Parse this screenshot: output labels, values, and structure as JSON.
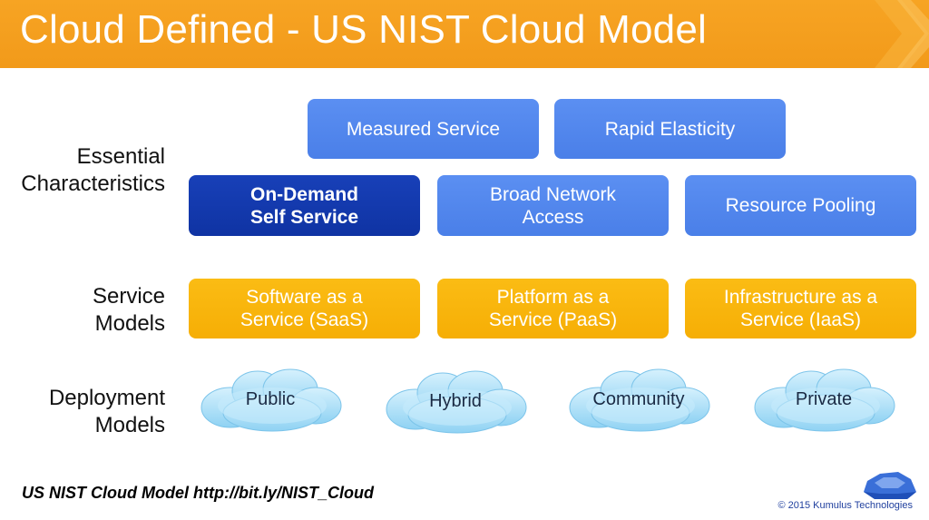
{
  "slide": {
    "title": "Cloud Defined - US NIST Cloud Model",
    "source_line": "US NIST Cloud Model  http://bit.ly/NIST_Cloud",
    "copyright": "© 2015 Kumulus Technologies",
    "colors": {
      "header": "#f29a1a",
      "characteristic_box": "#4a7fe8",
      "highlighted_box": "#0f33a3",
      "service_box": "#f6ae05",
      "cloud": "#a8def8"
    }
  },
  "essential_characteristics": {
    "label_line1": "Essential",
    "label_line2": "Characteristics",
    "top_row": [
      {
        "text": "Measured Service"
      },
      {
        "text": "Rapid Elasticity"
      }
    ],
    "bottom_row": [
      {
        "line1": "On-Demand",
        "line2": "Self Service",
        "highlighted": true
      },
      {
        "line1": "Broad Network",
        "line2": "Access",
        "highlighted": false
      },
      {
        "line1": "Resource Pooling",
        "line2": "",
        "highlighted": false
      }
    ]
  },
  "service_models": {
    "label_line1": "Service",
    "label_line2": "Models",
    "items": [
      {
        "line1": "Software as a",
        "line2": "Service (SaaS)"
      },
      {
        "line1": "Platform as a",
        "line2": "Service (PaaS)"
      },
      {
        "line1": "Infrastructure as a",
        "line2": "Service (IaaS)"
      }
    ]
  },
  "deployment_models": {
    "label_line1": "Deployment",
    "label_line2": "Models",
    "items": [
      "Public",
      "Hybrid",
      "Community",
      "Private"
    ]
  }
}
